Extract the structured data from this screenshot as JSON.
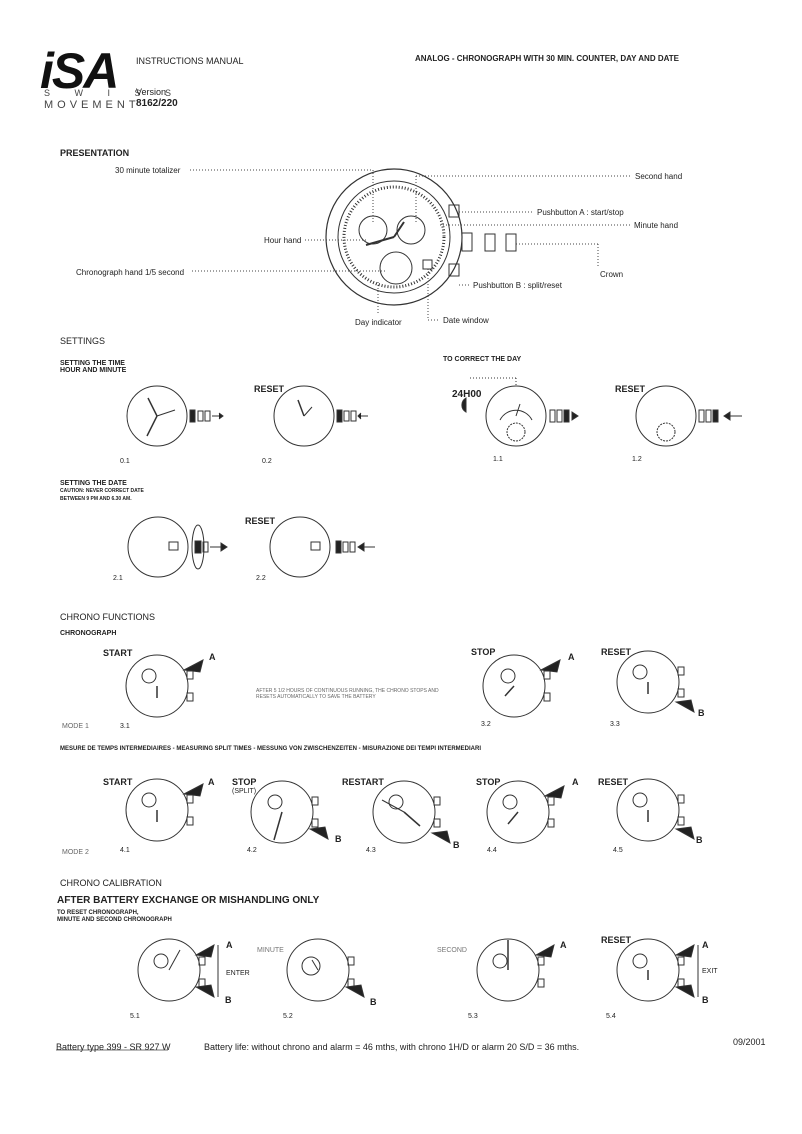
{
  "header": {
    "logo": "iSA",
    "swiss": "S W I S S",
    "movement": "MOVEMENT",
    "manual": "INSTRUCTIONS MANUAL",
    "version_label": "Version",
    "version": "8162/220",
    "product": "ANALOG - CHRONOGRAPH WITH 30 MIN. COUNTER, DAY AND DATE"
  },
  "presentation": {
    "title": "PRESENTATION",
    "labels": {
      "totalizer": "30 minute totalizer",
      "second_hand": "Second hand",
      "pushbutton_a": "Pushbutton A : start/stop",
      "minute_hand": "Minute hand",
      "hour_hand": "Hour hand",
      "crown": "Crown",
      "chrono_hand": "Chronograph hand 1/5 second",
      "pushbutton_b": "Pushbutton B : split/reset",
      "day_indicator": "Day indicator",
      "date_window": "Date window"
    }
  },
  "settings": {
    "title": "SETTINGS",
    "time_line1": "SETTING THE TIME",
    "time_line2": "HOUR AND MINUTE",
    "correct_day": "TO CORRECT THE DAY",
    "reset": "RESET",
    "h24": "24H00",
    "step_01": "0.1",
    "step_02": "0.2",
    "step_11": "1.1",
    "step_12": "1.2",
    "date_title": "SETTING THE DATE",
    "date_caution": "CAUTION: NEVER CORRECT DATE",
    "date_between": "BETWEEN 9 PM AND 6.30 AM.",
    "step_21": "2.1",
    "step_22": "2.2"
  },
  "chrono": {
    "title": "CHRONO FUNCTIONS",
    "sub": "CHRONOGRAPH",
    "start": "START",
    "stop": "STOP",
    "reset": "RESET",
    "restart": "RESTART",
    "split": "(SPLIT)",
    "a": "A",
    "b": "B",
    "note_line1": "AFTER 5 1/2 HOURS OF CONTINUOUS RUNNING, THE CHRONO STOPS AND",
    "note_line2": "RESETS AUTOMATICALLY TO SAVE THE BATTERY",
    "mode1": "MODE 1",
    "mode2": "MODE 2",
    "step_31": "3.1",
    "step_32": "3.2",
    "step_33": "3.3",
    "split_title": "MESURE DE TEMPS INTERMEDIAIRES  -  MEASURING SPLIT TIMES  -  MESSUNG VON ZWISCHENZEITEN  -  MISURAZIONE DEI TEMPI INTERMEDIARI",
    "step_41": "4.1",
    "step_42": "4.2",
    "step_43": "4.3",
    "step_44": "4.4",
    "step_45": "4.5"
  },
  "calibration": {
    "title": "CHRONO CALIBRATION",
    "warning": "AFTER BATTERY EXCHANGE OR MISHANDLING ONLY",
    "line1": "TO RESET CHRONOGRAPH,",
    "line2": "MINUTE AND SECOND CHRONOGRAPH",
    "enter": "ENTER",
    "minute": "MINUTE",
    "second": "SECOND",
    "reset": "RESET",
    "exit": "EXIT",
    "step_51": "5.1",
    "step_52": "5.2",
    "step_53": "5.3",
    "step_54": "5.4"
  },
  "footer": {
    "battery": "Battery type 399 - SR 927 W",
    "life": "Battery life: without chrono and alarm = 46 mths, with chrono 1H/D or alarm 20 S/D = 36 mths.",
    "date": "09/2001"
  }
}
